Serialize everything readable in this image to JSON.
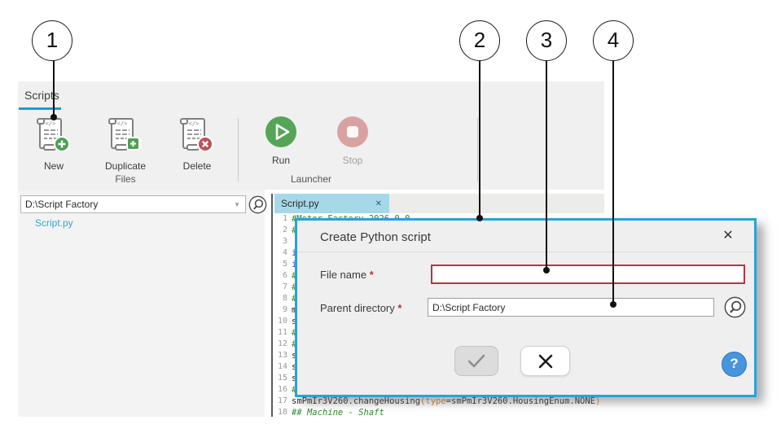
{
  "callouts": [
    "1",
    "2",
    "3",
    "4"
  ],
  "ribbon": {
    "tab": "Scripts",
    "buttons": [
      {
        "label": "New"
      },
      {
        "label": "Duplicate"
      },
      {
        "label": "Delete"
      }
    ],
    "run_label": "Run",
    "stop_label": "Stop",
    "groups": {
      "files": "Files",
      "launcher": "Launcher"
    }
  },
  "file_panel": {
    "directory": "D:\\Script Factory",
    "files": [
      "Script.py"
    ]
  },
  "editor": {
    "tab_label": "Script.py",
    "tab_close": "✕",
    "lines": [
      {
        "n": "1",
        "parts": [
          {
            "t": "#Motor Factory 2026.0.0",
            "c": "comment"
          }
        ]
      },
      {
        "n": "2",
        "parts": [
          {
            "t": "#",
            "c": "comment"
          }
        ]
      },
      {
        "n": "3",
        "parts": []
      },
      {
        "n": "4",
        "parts": [
          {
            "t": "i",
            "c": "keyword"
          }
        ]
      },
      {
        "n": "5",
        "parts": [
          {
            "t": "i",
            "c": "keyword"
          }
        ]
      },
      {
        "n": "6",
        "parts": [
          {
            "t": "#",
            "c": "comment"
          }
        ]
      },
      {
        "n": "7",
        "parts": [
          {
            "t": "#",
            "c": "comment"
          }
        ]
      },
      {
        "n": "8",
        "parts": [
          {
            "t": "#",
            "c": "comment"
          }
        ]
      },
      {
        "n": "9",
        "parts": [
          {
            "t": "m",
            "c": "plain"
          }
        ]
      },
      {
        "n": "10",
        "parts": [
          {
            "t": "s",
            "c": "plain"
          }
        ]
      },
      {
        "n": "11",
        "parts": [
          {
            "t": "#",
            "c": "comment"
          }
        ]
      },
      {
        "n": "12",
        "parts": [
          {
            "t": "#",
            "c": "comment"
          }
        ]
      },
      {
        "n": "13",
        "parts": [
          {
            "t": "s",
            "c": "plain"
          }
        ]
      },
      {
        "n": "14",
        "parts": [
          {
            "t": "s",
            "c": "plain"
          }
        ]
      },
      {
        "n": "15",
        "parts": [
          {
            "t": "s",
            "c": "plain"
          }
        ]
      },
      {
        "n": "16",
        "parts": [
          {
            "t": "#",
            "c": "comment"
          }
        ]
      },
      {
        "n": "17",
        "parts": [
          {
            "t": "smPmIr3V260.changeHousing",
            "c": "plain"
          },
          {
            "t": "(",
            "c": "orange"
          },
          {
            "t": "type",
            "c": "orange"
          },
          {
            "t": "=smPmIr3V260.HousingEnum.NONE",
            "c": "plain"
          },
          {
            "t": ")",
            "c": "orange"
          }
        ]
      },
      {
        "n": "18",
        "parts": [
          {
            "t": "## Machine - Shaft",
            "c": "comment-italic"
          }
        ]
      }
    ]
  },
  "dialog": {
    "title": "Create Python script",
    "close_glyph": "✕",
    "help_glyph": "?",
    "fields": [
      {
        "label": "File name",
        "required": "*",
        "value": ""
      },
      {
        "label": "Parent directory",
        "required": "*",
        "value": "D:\\Script Factory"
      }
    ]
  },
  "colors": {
    "accent_blue": "#1b9bd3",
    "dialog_border": "#2aa2d8",
    "run_green": "#55a557",
    "stop_pink": "#d9a2a2",
    "file_link": "#35a7cc",
    "required_red": "#b03a3a",
    "comment_green": "#2e8b2e",
    "keyword_blue": "#2d5bd0",
    "param_orange": "#c8852c"
  }
}
